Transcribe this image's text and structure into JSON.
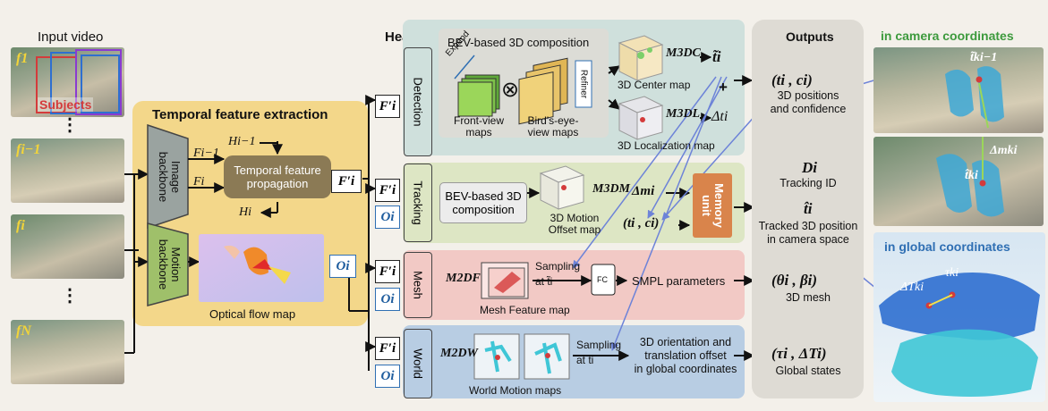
{
  "input": {
    "title": "Input video",
    "subjects_label": "Subjects",
    "frame_labels": [
      "f1",
      "fi−1",
      "fi",
      "fN"
    ],
    "ellipsis": [
      "⋮",
      "⋮"
    ]
  },
  "temporal": {
    "title": "Temporal feature extraction",
    "image_backbone": "Image backbone",
    "motion_backbone": "Motion backbone",
    "propagation": "Temporal feature propagation",
    "h_prev": "Hi−1",
    "f_prev": "Fi−1",
    "f_cur": "Fi",
    "h_cur": "Hi",
    "f_prime": "F′i",
    "o_i": "Oi",
    "flow_caption": "Optical flow map"
  },
  "heads": {
    "title": "Heads",
    "detection": {
      "tab": "Detection",
      "bev_title": "BEV-based 3D composition",
      "expand": "Expand",
      "refiner": "Refiner",
      "otimes": "⊗",
      "front_caption": "Front-view maps",
      "bird_caption": "Bird's-eye-view maps",
      "center_map": "3D Center map",
      "loc_map": "3D Localization map",
      "mc": "M3DC",
      "ml": "M3DL",
      "t_tilde": "t̃i",
      "plus": "+",
      "delta_t": "Δti"
    },
    "tracking": {
      "tab": "Tracking",
      "bev_box": "BEV-based 3D composition",
      "motion_map": "3D Motion Offset map",
      "mm": "M3DM",
      "dm": "Δmi",
      "tc": "(ti , ci)",
      "memory": "Memory unit"
    },
    "mesh": {
      "tab": "Mesh",
      "mf": "M2DF",
      "sampling": "Sampling at t̃i",
      "fc": "FC",
      "smpl": "SMPL parameters",
      "caption": "Mesh Feature map"
    },
    "world": {
      "tab": "World",
      "mw": "M2DW",
      "sampling": "Sampling at t̃i",
      "desc": [
        "3D orientation and",
        "translation offset",
        "in global coordinates"
      ],
      "caption": "World Motion maps"
    },
    "f_prime": "F′i",
    "o_i": "Oi"
  },
  "outputs": {
    "title": "Outputs",
    "items": [
      {
        "sym": "(ti , ci)",
        "desc": [
          "3D positions",
          "and confidence"
        ]
      },
      {
        "sym": "Di",
        "desc": [
          "Tracking ID"
        ]
      },
      {
        "sym": "t̂i",
        "desc": [
          "Tracked 3D position",
          "in camera space"
        ]
      },
      {
        "sym": "(θi , βi)",
        "desc": [
          "3D mesh"
        ]
      },
      {
        "sym": "(τi , ΔTi)",
        "desc": [
          "Global states"
        ]
      }
    ]
  },
  "camera": {
    "title": "in camera coordinates",
    "t_prev": "t̃ki−1",
    "dm": "Δmki",
    "t_hat": "t̂ki"
  },
  "global": {
    "title": "in global coordinates",
    "dT": "ΔTki",
    "tau": "τki"
  },
  "colors": {
    "temporal_bg": "#f3d78a",
    "detection_bg": "#cfe0dc",
    "tracking_bg": "#dde6c4",
    "mesh_bg": "#f2c9c5",
    "world_bg": "#b8cde3",
    "memory": "#d9844b",
    "camera_title": "#3d9a3d",
    "global_title": "#2f6fb3",
    "arrow_blue": "#6d83d8"
  }
}
